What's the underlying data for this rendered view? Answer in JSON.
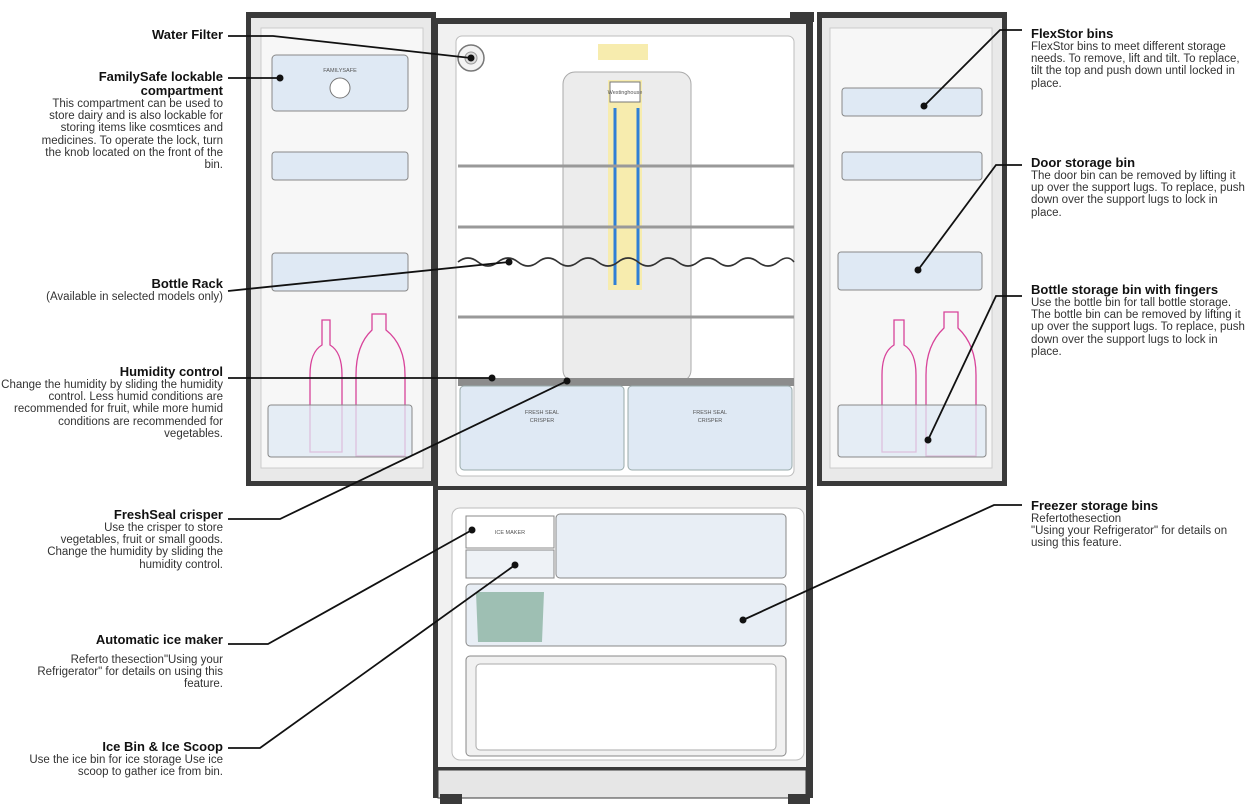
{
  "colors": {
    "line": "#111111",
    "body": "#3a3a3a",
    "liner": "#dcdcdc",
    "bin": "#c9d9ea",
    "bottle": "#d8439a",
    "accent_blue": "#2f7fd6",
    "accent_yellow": "#f7ecae",
    "scoop": "#9ebfb3"
  },
  "callouts": {
    "water_filter": {
      "title": "Water Filter",
      "desc": ""
    },
    "familysafe": {
      "title": "FamilySafe lockable compartment",
      "desc": "This compartment can be used to store dairy and is also lockable for storing items like cosmtices and medicines. To operate the lock, turn the knob located on the front of the bin."
    },
    "bottle_rack": {
      "title": "Bottle Rack",
      "desc": "(Available in selected models only)"
    },
    "humidity": {
      "title": "Humidity control",
      "desc": "Change the humidity by sliding the humidity control. Less humid conditions are recommended for fruit, while more humid conditions are recommended for vegetables."
    },
    "freshseal": {
      "title": "FreshSeal crisper",
      "desc": "Use the crisper to store vegetables, fruit or small goods. Change the humidity by sliding the humidity control."
    },
    "ice_maker": {
      "title": "Automatic ice maker",
      "desc": "Referto thesection\"Using your Refrigerator\" for details on using this feature."
    },
    "ice_bin": {
      "title": "Ice Bin & Ice Scoop",
      "desc": "Use the ice bin for ice storage Use ice scoop to gather ice from bin."
    },
    "flexstor": {
      "title": "FlexStor bins",
      "desc": "FlexStor bins to meet different storage needs. To remove, lift and tilt. To replace, tilt the top and push down until locked in place."
    },
    "door_bin": {
      "title": "Door storage bin",
      "desc": "The door bin can be removed by lifting it up over the support lugs. To replace, push down over the support lugs to lock in place."
    },
    "bottle_bin": {
      "title": "Bottle storage bin with fingers",
      "desc": "Use the bottle bin for tall bottle storage. The bottle bin can be removed by lifting it up over the support lugs. To replace, push down over the support lugs to lock in place."
    },
    "freezer_bins": {
      "title": "Freezer storage bins",
      "desc": "Refertothesection\n\"Using your Refrigerator\" for details on using this feature."
    }
  },
  "fridge_labels": {
    "crisper_left": "FRESH SEAL",
    "crisper_left_sub": "CRISPER",
    "crisper_right": "FRESH SEAL",
    "crisper_right_sub": "CRISPER",
    "ice_maker": "ICE MAKER",
    "familysafe_label": "FAMILYSAFE",
    "column_logo": "Westinghouse"
  }
}
